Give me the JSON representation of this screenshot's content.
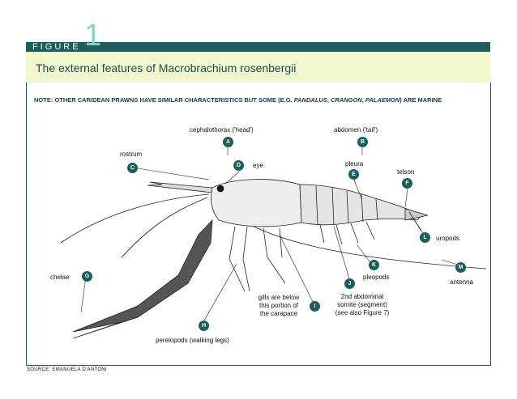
{
  "figure": {
    "word": "FIGURE",
    "number": "1"
  },
  "title": "The external features of Macrobrachium rosenbergii",
  "note": {
    "prefix": "NOTE: OTHER CARIDEAN PRAWNS HAVE SIMILAR CHARACTERISTICS BUT SOME (E.G. ",
    "g1": "PANDALUS",
    "sep1": ", ",
    "g2": "CRANGON",
    "sep2": ", ",
    "g3": "PALAEMON",
    "suffix": ") ARE MARINE"
  },
  "labels": {
    "cephalothorax": "cephalothorax ('head')",
    "abdomen": "abdomen ('tail')",
    "rostrum": "rostrum",
    "eye": "eye",
    "pleura": "pleura",
    "telson": "telson",
    "uropods": "uropods",
    "antenna": "antenna",
    "chelae": "chelae",
    "pleopods": "pleopods",
    "somite_1": "2nd abdominal",
    "somite_2": "somite (segment)",
    "somite_3": "(see also Figure 7)",
    "gills_1": "gills are below",
    "gills_2": "this portion of",
    "gills_3": "the carapace",
    "pereiopods": "pereiopods (walking legs)"
  },
  "markers": {
    "A": "A",
    "B": "B",
    "C": "C",
    "D": "D",
    "E": "E",
    "F": "F",
    "G": "G",
    "H": "H",
    "I": "I",
    "J": "J",
    "K": "K",
    "L": "L",
    "M": "M"
  },
  "source": "SOURCE: EMANUELA D'ANTONI",
  "colors": {
    "brand": "#1d5d5b",
    "title_band": "#f0f7cf",
    "figure_number": "#8bd0c6"
  }
}
